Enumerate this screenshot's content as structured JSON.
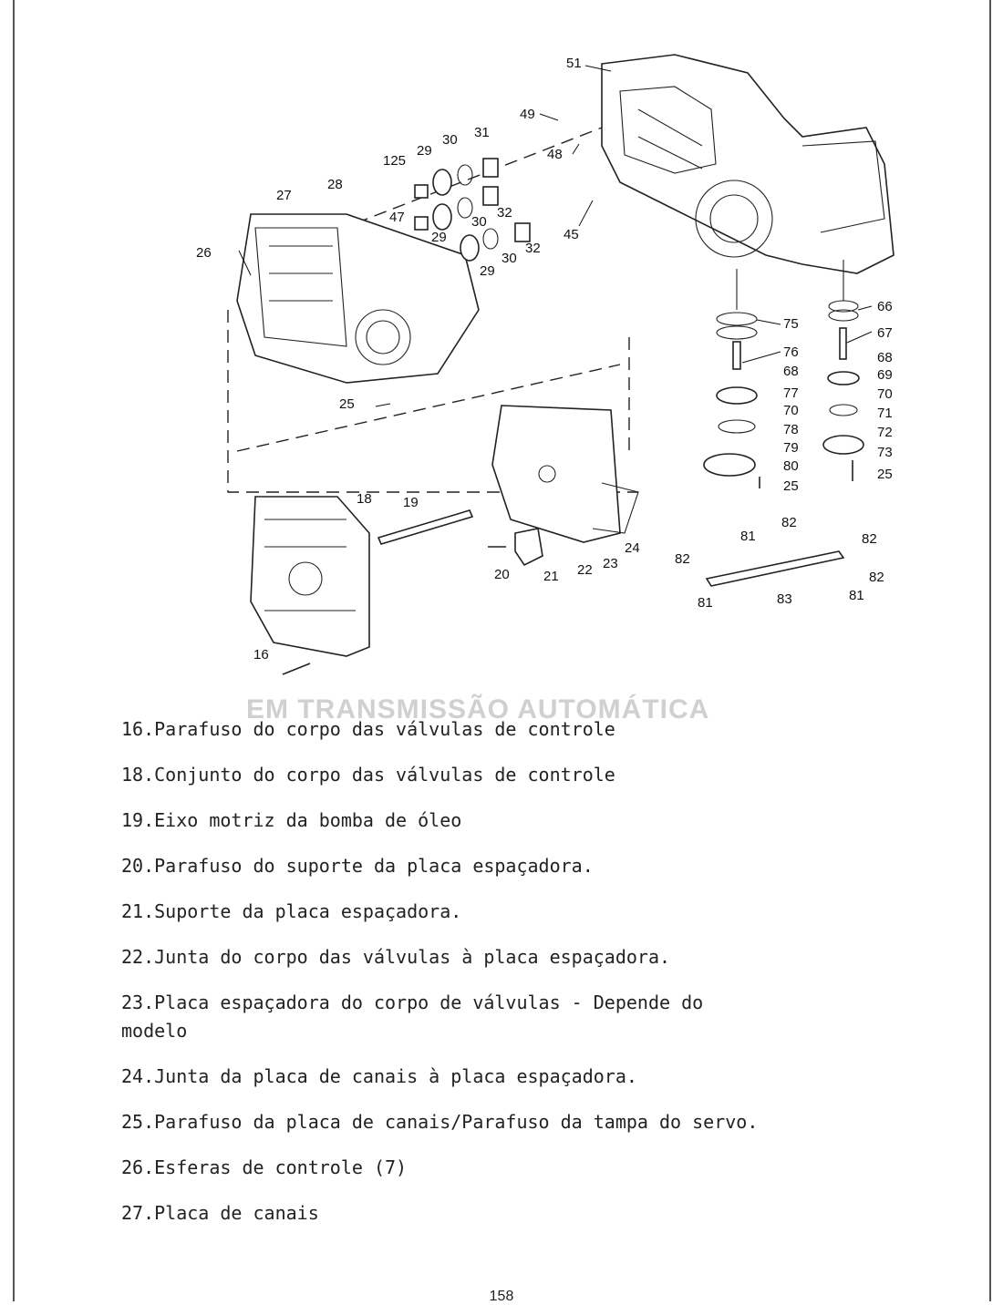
{
  "diagram": {
    "callouts": [
      "51",
      "49",
      "48",
      "45",
      "31",
      "30",
      "29",
      "125",
      "28",
      "27",
      "26",
      "47",
      "32",
      "30",
      "29",
      "30",
      "32",
      "29",
      "66",
      "75",
      "67",
      "76",
      "68",
      "68",
      "69",
      "77",
      "70",
      "70",
      "71",
      "78",
      "72",
      "79",
      "73",
      "80",
      "25",
      "25",
      "25",
      "18",
      "19",
      "20",
      "21",
      "22",
      "23",
      "24",
      "82",
      "81",
      "82",
      "82",
      "82",
      "81",
      "83",
      "81",
      "16"
    ]
  },
  "watermark": "EM TRANSMISSÃO AUTOMÁTICA",
  "legend": [
    "16.Parafuso do corpo das válvulas de controle",
    "18.Conjunto do corpo das válvulas de controle",
    "19.Eixo motriz da bomba de óleo",
    "20.Parafuso do suporte da placa espaçadora.",
    "21.Suporte da placa espaçadora.",
    "22.Junta do corpo das válvulas à placa espaçadora.",
    "23.Placa espaçadora do corpo de válvulas - Depende do\nmodelo",
    "24.Junta da placa de canais à placa espaçadora.",
    "25.Parafuso da placa de canais/Parafuso da tampa do servo.",
    "26.Esferas de controle (7)",
    "27.Placa de canais"
  ],
  "page_number": "158"
}
